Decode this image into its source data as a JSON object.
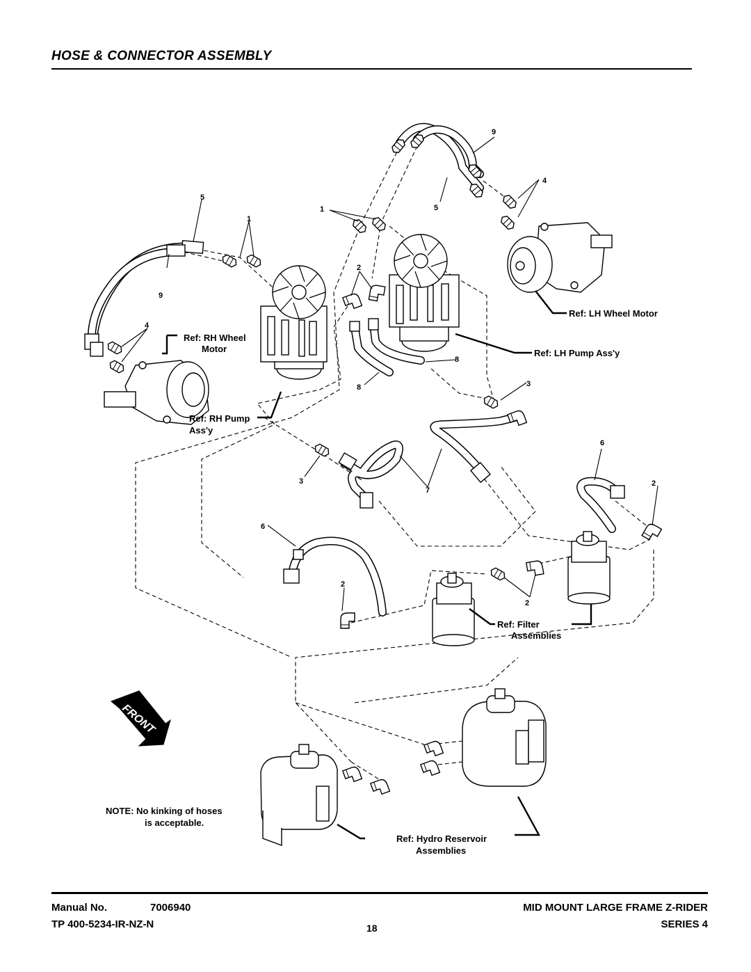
{
  "page": {
    "title": "HOSE & CONNECTOR ASSEMBLY"
  },
  "diagram": {
    "callouts": [
      "9",
      "4",
      "5",
      "1",
      "5",
      "1",
      "2",
      "9",
      "4",
      "8",
      "8",
      "3",
      "6",
      "3",
      "7",
      "2",
      "6",
      "2",
      "2"
    ],
    "ref_labels": {
      "lh_wheel_motor": "Ref: LH Wheel Motor",
      "lh_pump": "Ref: LH Pump Ass'y",
      "rh_wheel_motor_1": "Ref: RH Wheel",
      "rh_wheel_motor_2": "Motor",
      "rh_pump_1": "Ref: RH Pump",
      "rh_pump_2": "Ass'y",
      "filter_1": "Ref: Filter",
      "filter_2": "Assemblies",
      "reservoir_1": "Ref: Hydro Reservoir",
      "reservoir_2": "Assemblies"
    },
    "front_label": "FRONT",
    "note_1": "NOTE: No kinking of hoses",
    "note_2": "is acceptable."
  },
  "footer": {
    "manual_label": "Manual No.",
    "manual_number": "7006940",
    "tp_code": "TP 400-5234-IR-NZ-N",
    "page_number": "18",
    "product": "MID MOUNT LARGE FRAME Z-RIDER",
    "series": "SERIES 4"
  }
}
